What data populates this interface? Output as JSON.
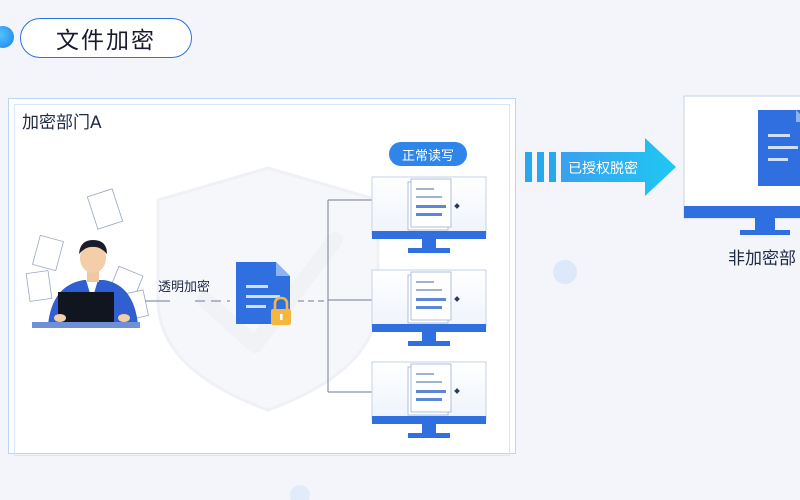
{
  "title": "文件加密",
  "department_a": "加密部门A",
  "encrypt_label": "透明加密",
  "normal_rw_label": "正常读写",
  "auth_decrypt_label": "已授权脱密",
  "non_encrypted_dept": "非加密部",
  "icons": {
    "central_file": "encrypted-file-icon",
    "lock": "lock-icon",
    "person": "office-worker-icon",
    "monitor": "monitor-icon",
    "shield": "shield-check-icon"
  },
  "colors": {
    "primary_blue": "#2f6fe0",
    "accent_cyan": "#23c4f0",
    "frame": "#bcd5f2",
    "lock_gold": "#f4b840",
    "background": "#f3f5fa"
  }
}
